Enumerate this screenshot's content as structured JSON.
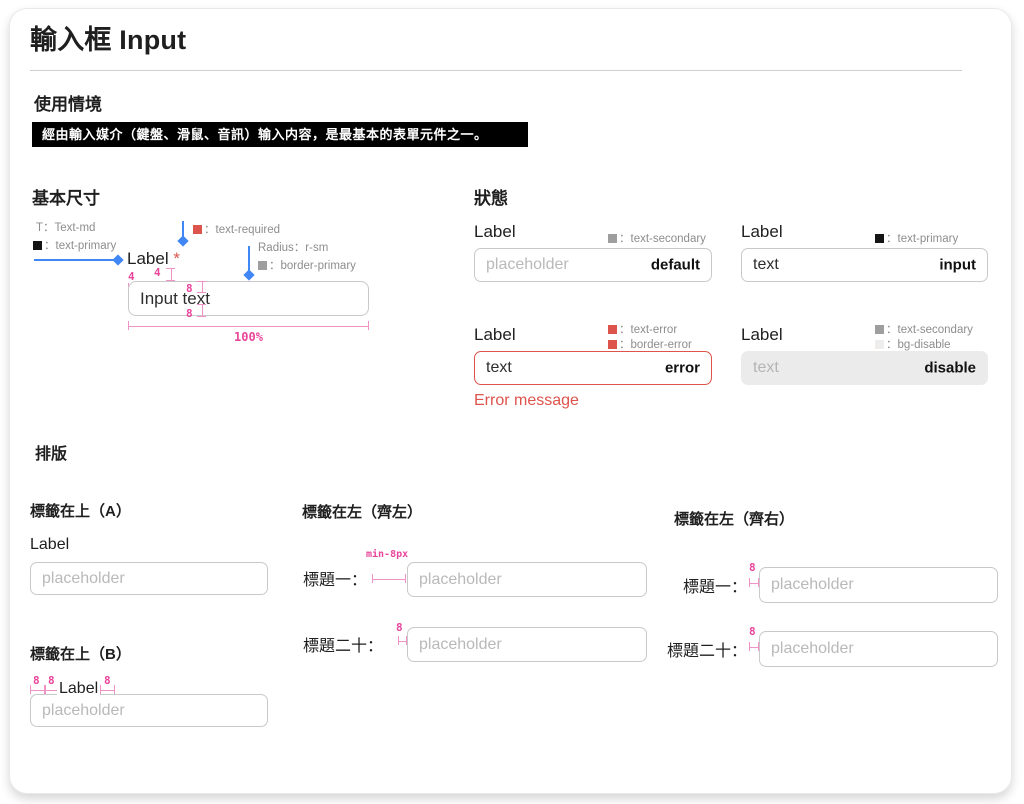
{
  "colors": {
    "accent_blue": "#4186f5",
    "measure_pink": "#e8459b",
    "error_red": "#dd544c",
    "text_primary": "#1f1f1f",
    "text_secondary": "#8d8d8d",
    "border_primary": "#c9c9c9",
    "bg_disable": "#ebebeb"
  },
  "page": {
    "title": "輸入框 Input"
  },
  "usage": {
    "heading": "使用情境",
    "description": "經由輸入媒介（鍵盤、滑鼠、音訊）输入内容，是最基本的表單元件之一。"
  },
  "basic": {
    "heading": "基本尺寸",
    "label": "Label",
    "required_mark": "*",
    "input_value": "Input text",
    "ann_text_style": "T：Text-md",
    "ann_text_color": "：text-primary",
    "ann_required": "：text-required",
    "ann_radius": "Radius：r-sm",
    "ann_border": "：border-primary",
    "m_label_gap": "4",
    "m_pad_left": "4",
    "m_pad_top": "8",
    "m_pad_bottom": "8",
    "m_width": "100%"
  },
  "states": {
    "heading": "狀態",
    "default": {
      "label": "Label",
      "ann1": "：text-secondary",
      "placeholder": "placeholder",
      "badge": "default"
    },
    "input": {
      "label": "Label",
      "ann1": "：text-primary",
      "value": "text",
      "badge": "input"
    },
    "error": {
      "label": "Label",
      "ann1": "：text-error",
      "ann2": "：border-error",
      "value": "text",
      "badge": "error",
      "message": "Error message"
    },
    "disable": {
      "label": "Label",
      "ann1": "：text-secondary",
      "ann2": "：bg-disable",
      "value": "text",
      "badge": "disable"
    }
  },
  "layout": {
    "heading": "排版",
    "top_a": {
      "heading": "標籤在上（A）",
      "label": "Label",
      "placeholder": "placeholder"
    },
    "top_b": {
      "heading": "標籤在上（B）",
      "label": "Label",
      "placeholder": "placeholder",
      "m1": "8",
      "m2": "8",
      "m3": "8"
    },
    "left_l": {
      "heading": "標籤在左（齊左）",
      "min_gap": "min-8px",
      "row1_label": "標題一：",
      "row2_label": "標題二十：",
      "row2_gap": "8",
      "placeholder": "placeholder"
    },
    "left_r": {
      "heading": "標籤在左（齊右）",
      "row1_label": "標題一：",
      "row2_label": "標題二十：",
      "gap": "8",
      "placeholder": "placeholder"
    }
  }
}
